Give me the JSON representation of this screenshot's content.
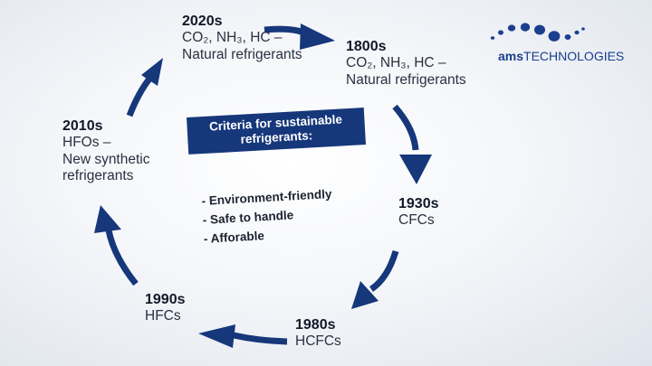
{
  "colors": {
    "arrow": "#16377a",
    "box": "#16377a",
    "logo": "#1a3f8f"
  },
  "nodes": {
    "n2020": {
      "year": "2020s",
      "desc": "CO₂, NH₃, HC –\nNatural refrigerants"
    },
    "n1800": {
      "year": "1800s",
      "desc": "CO₂, NH₃, HC –\nNatural refrigerants"
    },
    "n2010": {
      "year": "2010s",
      "desc": "HFOs –\nNew synthetic\nrefrigerants"
    },
    "n1930": {
      "year": "1930s",
      "desc": "CFCs"
    },
    "n1990": {
      "year": "1990s",
      "desc": "HFCs"
    },
    "n1980": {
      "year": "1980s",
      "desc": "HCFCs"
    }
  },
  "criteria": {
    "title": "Criteria for sustainable refrigerants:",
    "items": [
      "- Environment-friendly",
      "- Safe to handle",
      "- Afforable"
    ]
  },
  "logo": {
    "part1": "ams",
    "part2": "TECHNOLOGIES",
    "icon": "dots-arc-icon"
  }
}
